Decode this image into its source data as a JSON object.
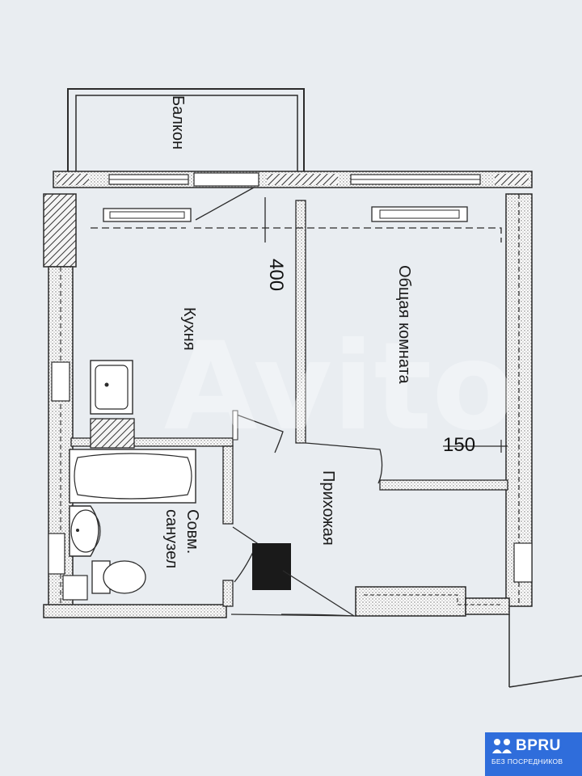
{
  "rooms": {
    "balcony": "Балкон",
    "kitchen": "Кухня",
    "living_room": "Общая комната",
    "hallway": "Прихожая",
    "bathroom_line1": "Совм.",
    "bathroom_line2": "санузел"
  },
  "dimensions": {
    "d1": "400",
    "d2": "150"
  },
  "watermark": "Avito",
  "badge": {
    "name": "BPRU",
    "subtitle": "БЕЗ ПОСРЕДНИКОВ"
  },
  "colors": {
    "paper": "#e9edf1",
    "wall": "#2b2b2b",
    "hatch": "#7a7a7a",
    "badge": "#2f6ddb"
  }
}
